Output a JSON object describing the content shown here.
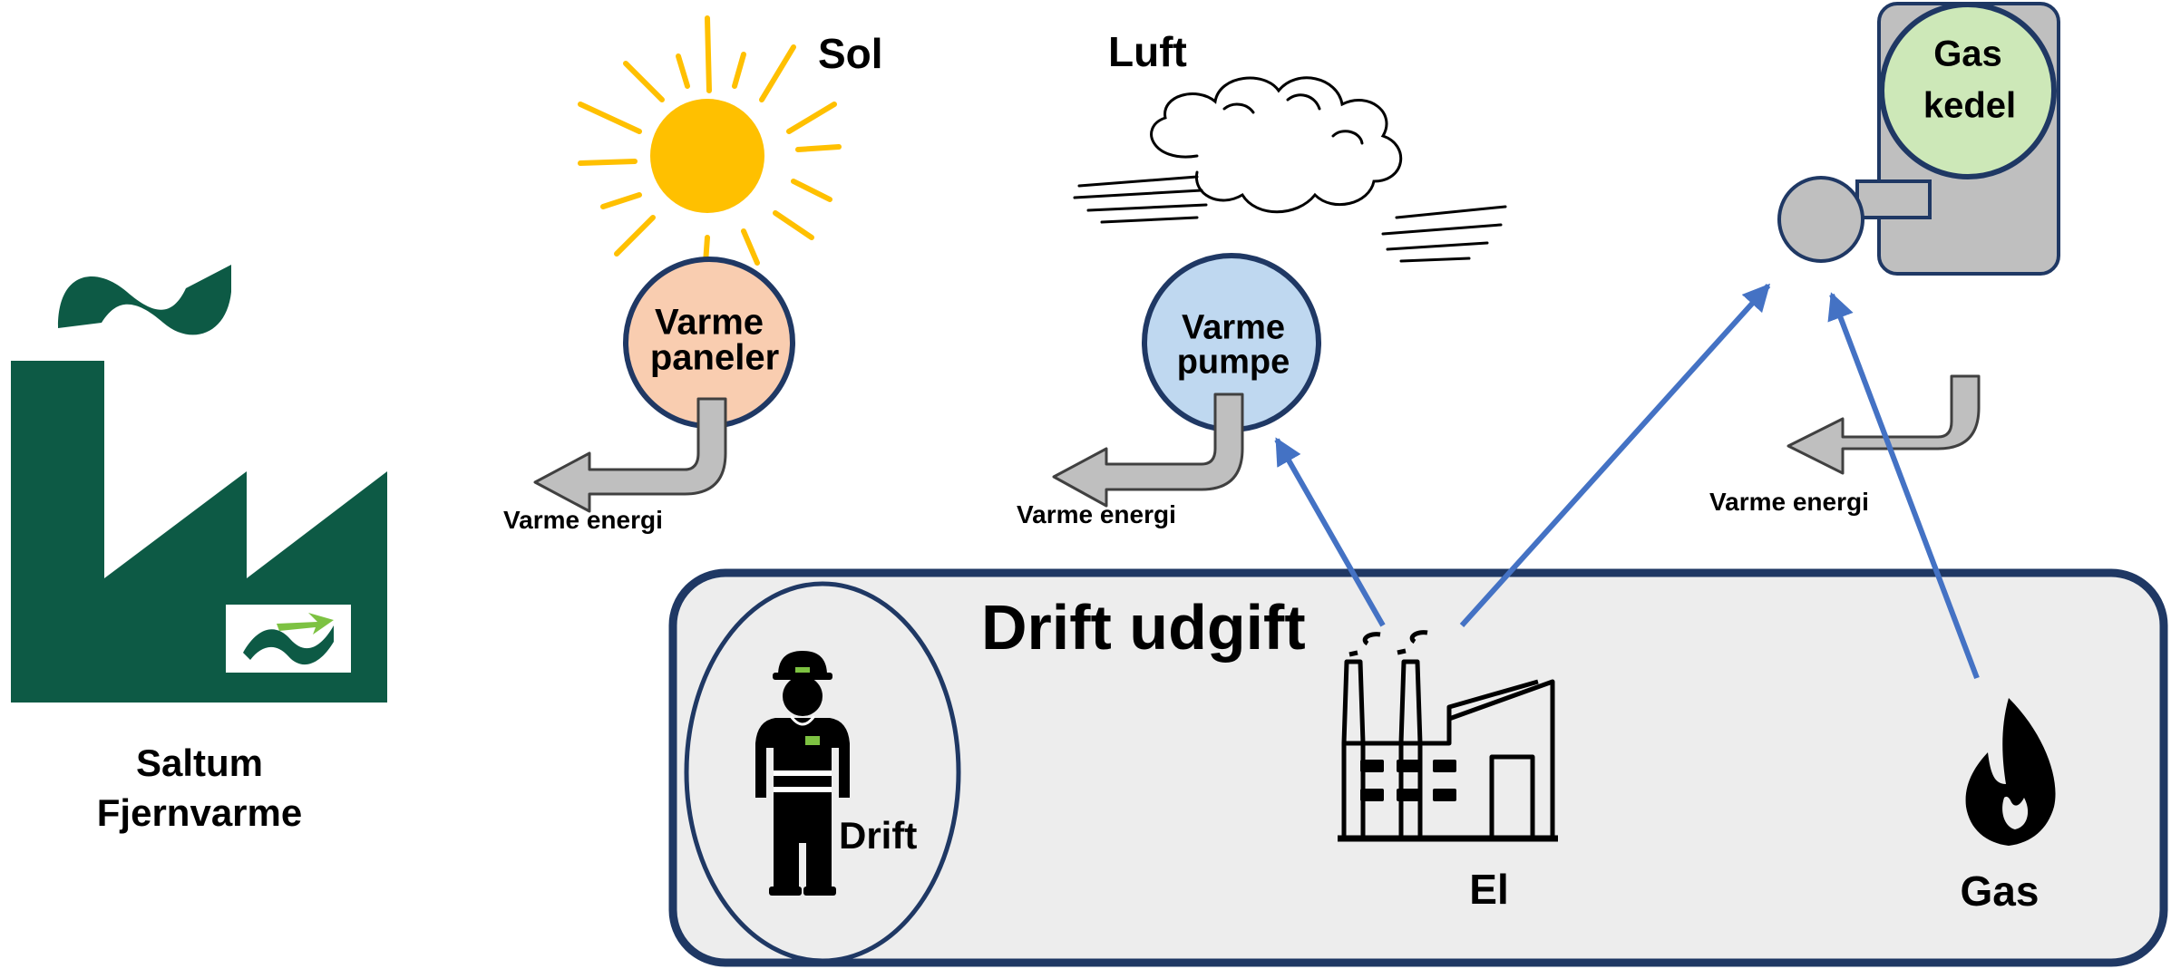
{
  "company": {
    "name_line1": "Saltum",
    "name_line2": "Fjernvarme"
  },
  "sources": {
    "sun": "Sol",
    "air": "Luft"
  },
  "units": {
    "solar": {
      "line1": "Varme",
      "line2": "paneler",
      "color": "#F9CDB0"
    },
    "heatpump": {
      "line1": "Varme",
      "line2": "pumpe",
      "color": "#BFD8F0"
    },
    "gas_boiler": {
      "line1": "Gas",
      "line2": "kedel",
      "color": "#CDE8B8"
    }
  },
  "outputs": {
    "solar": "Varme energi",
    "heatpump": "Varme energi",
    "gas_boiler": "Varme energi"
  },
  "operating": {
    "title": "Drift udgift",
    "staff": "Drift",
    "electricity": "El",
    "gas": "Gas"
  },
  "colors": {
    "brand_green": "#0D5A45",
    "logo_light_green": "#7DC242",
    "navy": "#1F3864",
    "arrow_blue": "#4472C4",
    "pipe_gray": "#BFBFBF",
    "sun_yellow": "#FFC000",
    "panel_bg": "#EDEDED"
  }
}
